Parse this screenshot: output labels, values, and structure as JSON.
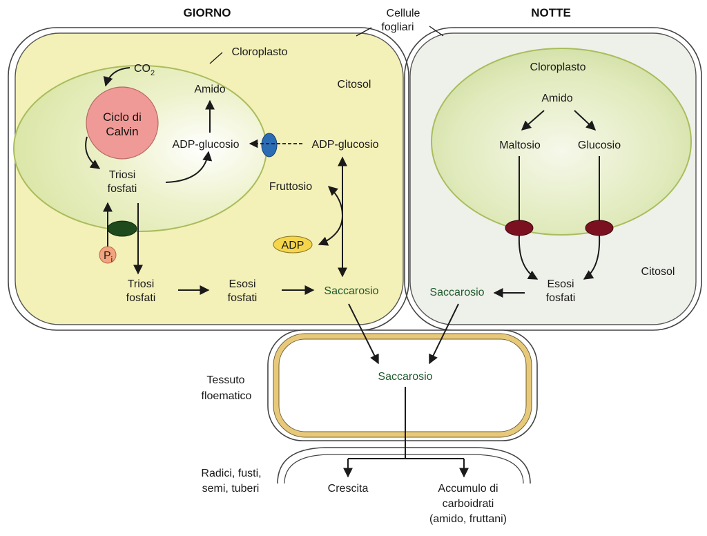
{
  "headers": {
    "day": "GIORNO",
    "night": "NOTTE",
    "cells_line1": "Cellule",
    "cells_line2": "fogliari"
  },
  "day": {
    "chloroplast": "Cloroplasto",
    "co2": "CO",
    "co2_sub": "2",
    "calvin_line1": "Ciclo di",
    "calvin_line2": "Calvin",
    "amido": "Amido",
    "adp_glucosio_in": "ADP-glucosio",
    "adp_glucosio_out": "ADP-glucosio",
    "citosol": "Citosol",
    "triosi_in_line1": "Triosi",
    "triosi_in_line2": "fosfati",
    "pi": "P",
    "pi_sub": "i",
    "fruttosio": "Fruttosio",
    "adp": "ADP",
    "triosi_out_line1": "Triosi",
    "triosi_out_line2": "fosfati",
    "esosi_line1": "Esosi",
    "esosi_line2": "fosfati",
    "saccarosio": "Saccarosio"
  },
  "night": {
    "chloroplast": "Cloroplasto",
    "amido": "Amido",
    "maltosio": "Maltosio",
    "glucosio": "Glucosio",
    "citosol": "Citosol",
    "esosi_line1": "Esosi",
    "esosi_line2": "fosfati",
    "saccarosio": "Saccarosio"
  },
  "phloem": {
    "label_line1": "Tessuto",
    "label_line2": "floematico",
    "saccarosio": "Saccarosio"
  },
  "sink": {
    "label_line1": "Radici, fusti,",
    "label_line2": "semi, tuberi",
    "crescita": "Crescita",
    "accumulo_line1": "Accumulo di",
    "accumulo_line2": "carboidrati",
    "accumulo_line3": "(amido, fruttani)"
  },
  "colors": {
    "day_cytosol": "#f3f0b8",
    "day_chloroplast": "#e4ecb4",
    "night_cytosol": "#eef0ea",
    "night_chloroplast": "#d3e0a4",
    "calvin_circle": "#ef9a96",
    "transporter_green": "#1e4a1e",
    "transporter_blue": "#2b6db4",
    "transporter_red": "#7a1020",
    "pi_circle": "#f2a47e",
    "adp_oval": "#f5d64a",
    "phloem_ring": "#e8c97a"
  }
}
